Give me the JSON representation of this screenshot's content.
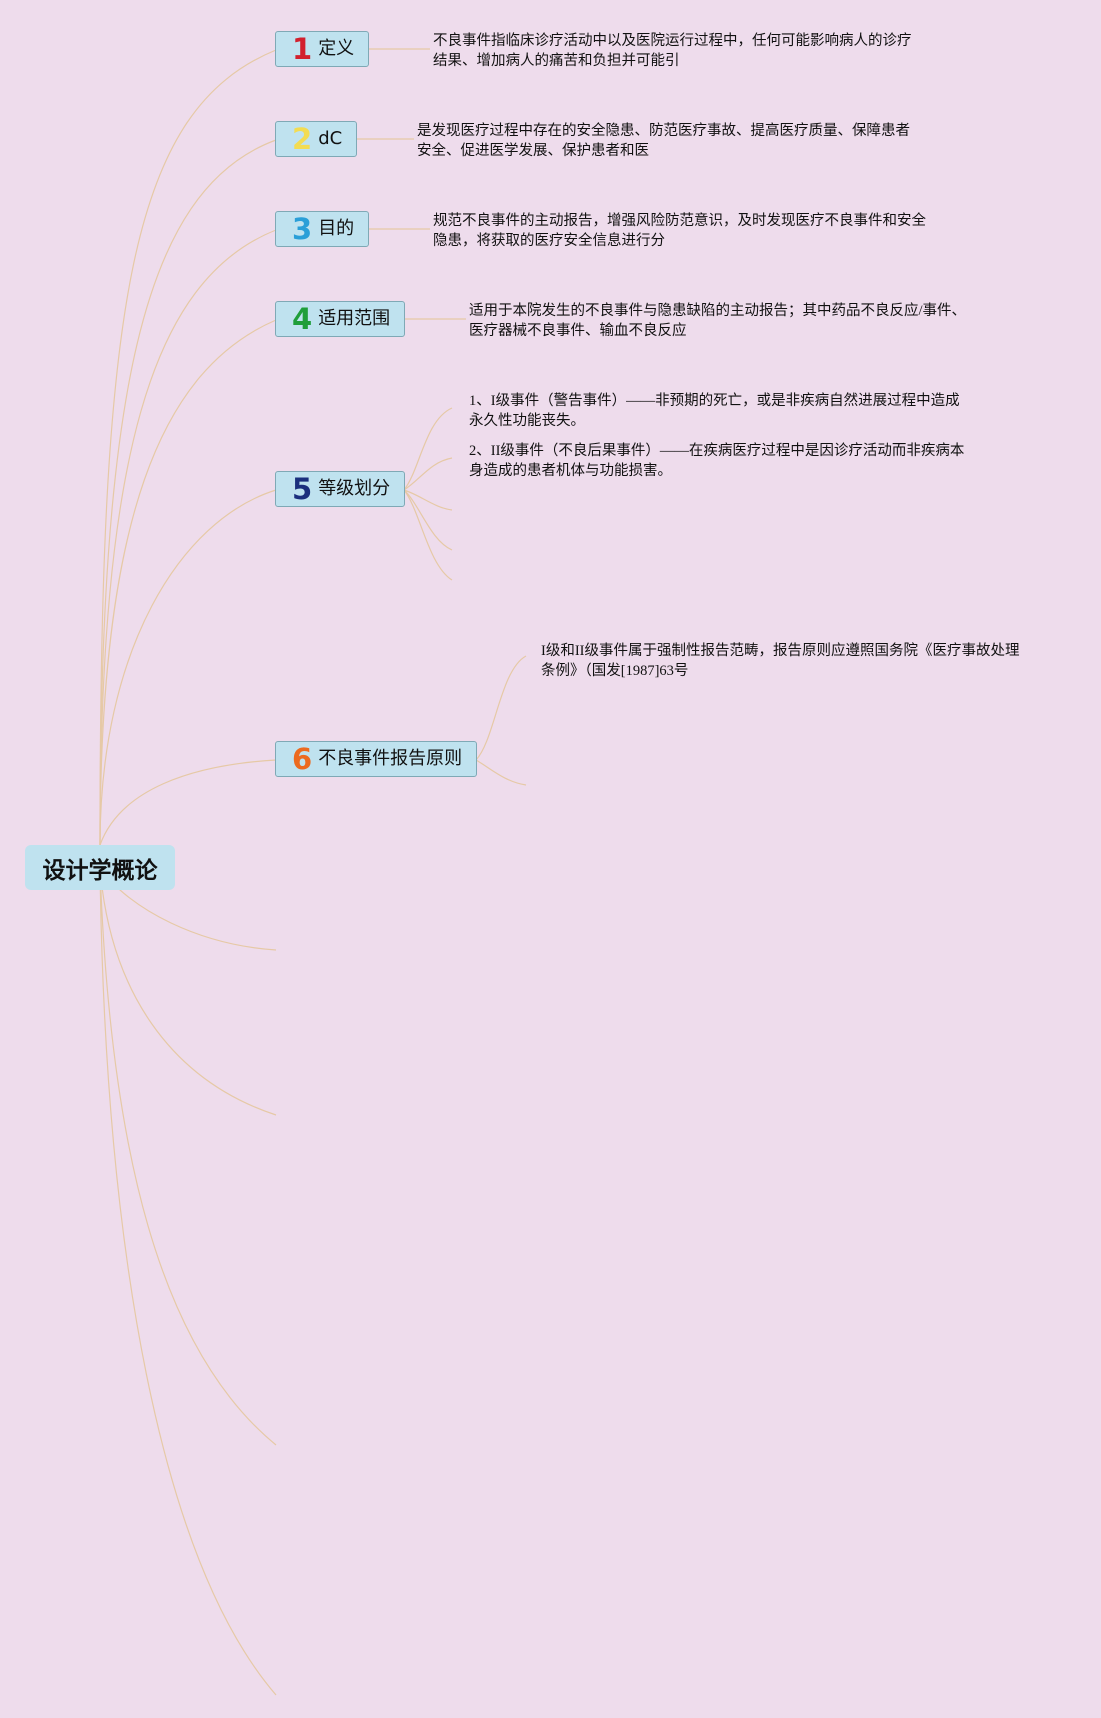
{
  "root": {
    "title": "设计学概论"
  },
  "topics": [
    {
      "number": "1",
      "label": "定义",
      "color": "#d2202e",
      "leaves": [
        "不良事件指临床诊疗活动中以及医院运行过程中，任何可能影响病人的诊疗结果、增加病人的痛苦和负担并可能引"
      ]
    },
    {
      "number": "2",
      "label": "dC",
      "color": "#f3dc52",
      "leaves": [
        "是发现医疗过程中存在的安全隐患、防范医疗事故、提高医疗质量、保障患者安全、促进医学发展、保护患者和医"
      ]
    },
    {
      "number": "3",
      "label": "目的",
      "color": "#2a9fd8",
      "leaves": [
        "规范不良事件的主动报告，增强风险防范意识，及时发现医疗不良事件和安全隐患，将获取的医疗安全信息进行分"
      ]
    },
    {
      "number": "4",
      "label": "适用范围",
      "color": "#1f9e3a",
      "leaves": [
        "适用于本院发生的不良事件与隐患缺陷的主动报告；其中药品不良反应/事件、医疗器械不良事件、输血不良反应"
      ]
    },
    {
      "number": "5",
      "label": "等级划分",
      "color": "#1b2f7d",
      "leaves": [
        "1、I级事件（警告事件）——非预期的死亡，或是非疾病自然进展过程中造成永久性功能丧失。",
        "2、II级事件（不良后果事件）——在疾病医疗过程中是因诊疗活动而非疾病本身造成的患者机体与功能损害。"
      ]
    },
    {
      "number": "6",
      "label": "不良事件报告原则",
      "color": "#ec6a1f",
      "leaves": [
        "I级和II级事件属于强制性报告范畴，报告原则应遵照国务院《医疗事故处理条例》（国发[1987]63号"
      ]
    }
  ],
  "colors": {
    "background": "#eedcec",
    "node_fill": "#bfe2ef",
    "node_border": "#7fa9b6",
    "connector": "#e6c9a6"
  }
}
